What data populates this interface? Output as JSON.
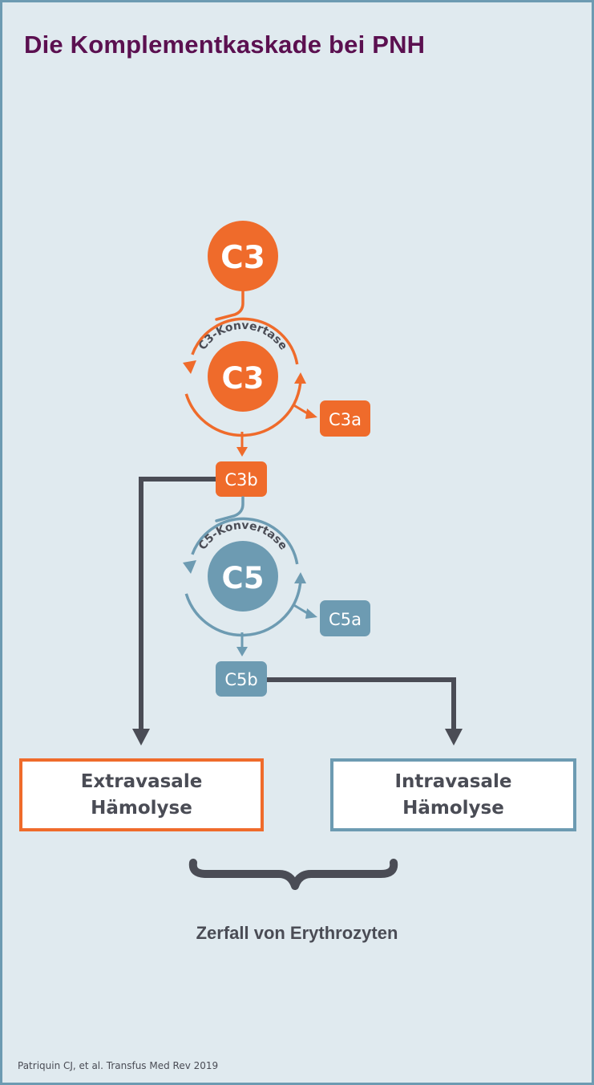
{
  "title": "Die Komplementkaskade bei PNH",
  "nodes": {
    "c3_top": "C3",
    "c3_inner": "C3",
    "c3a": "C3a",
    "c3b": "C3b",
    "c5_inner": "C5",
    "c5a": "C5a",
    "c5b": "C5b"
  },
  "convertases": {
    "c3": "C3-Konvertase",
    "c5": "C5-Konvertase"
  },
  "outcomes": {
    "extravasal": {
      "line1": "Extravasale",
      "line2": "Hämolyse"
    },
    "intravasal": {
      "line1": "Intravasale",
      "line2": "Hämolyse"
    }
  },
  "summary": "Zerfall von Erythrozyten",
  "citation": "Patriquin CJ, et al. Transfus Med Rev 2019",
  "colors": {
    "orange": "#ef6b2b",
    "blue": "#6d9bb2",
    "dark": "#4a4c55",
    "title": "#5b1050",
    "background": "#e0eaef"
  }
}
